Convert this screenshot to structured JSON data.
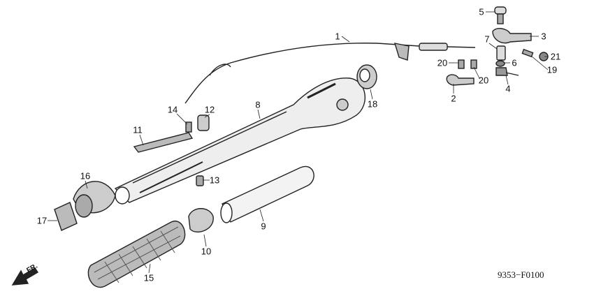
{
  "diagram_code": "9353−F0100",
  "front_marker": "FR.",
  "callouts": [
    "1",
    "2",
    "3",
    "4",
    "5",
    "6",
    "7",
    "8",
    "9",
    "10",
    "11",
    "12",
    "13",
    "14",
    "15",
    "16",
    "17",
    "18",
    "19",
    "20",
    "20",
    "21"
  ]
}
